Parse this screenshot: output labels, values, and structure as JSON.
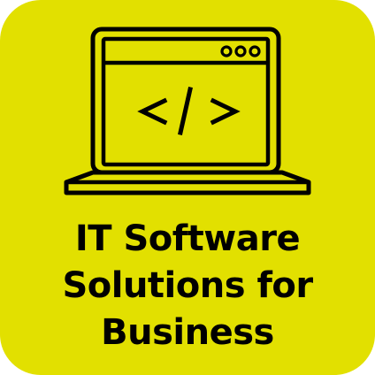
{
  "tile": {
    "background_color": "#e2e000",
    "icon": "laptop-code-icon"
  },
  "laptop_screen": {
    "window_controls": [
      "dot",
      "dot",
      "dot"
    ],
    "code_symbol": "</>"
  },
  "caption": {
    "lines": [
      "IT Software",
      "Solutions for",
      "Business"
    ]
  }
}
